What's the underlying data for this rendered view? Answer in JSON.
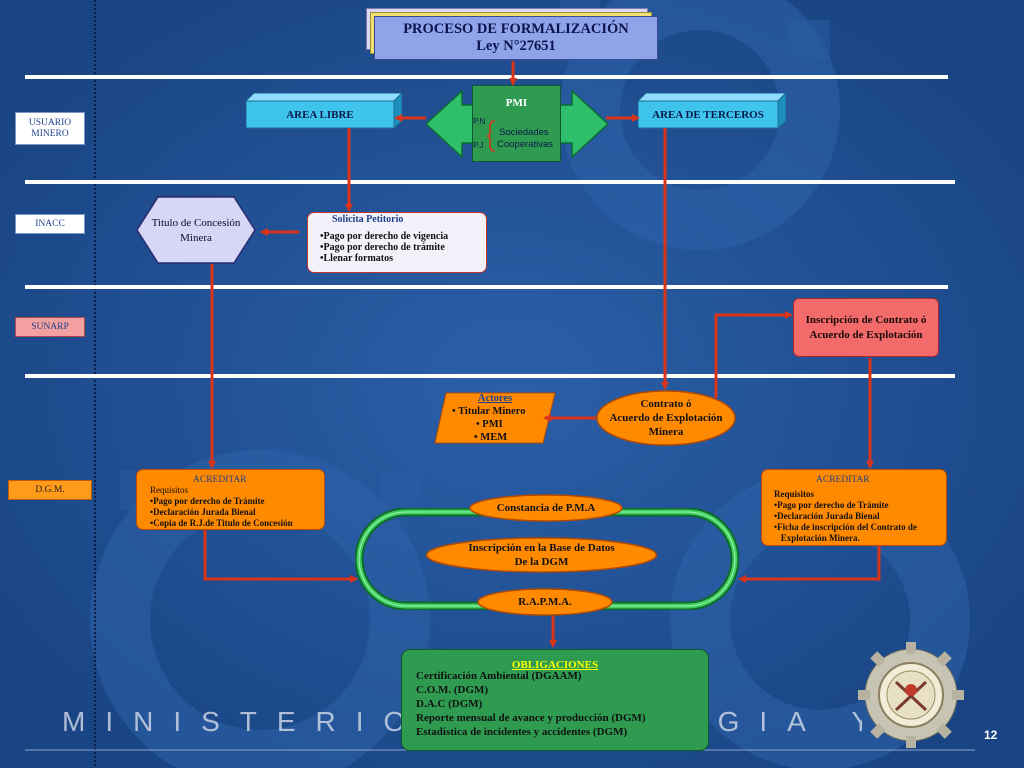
{
  "title": {
    "line1": "PROCESO DE FORMALIZACIÓN",
    "line2": "Ley N°27651"
  },
  "lanes": [
    "USUARIO MINERO",
    "INACC",
    "SUNARP",
    "D.G.M."
  ],
  "pmi": {
    "title": "PMI",
    "pn": "P.N",
    "pj": "P.J",
    "sociedades": "Sociedades",
    "cooperativas": "Cooperativas"
  },
  "area_libre": "AREA LIBRE",
  "area_terceros": "AREA DE TERCEROS",
  "titulo": {
    "line1": "Titulo de Concesión",
    "line2": "Minera"
  },
  "solicita": {
    "title": "Solicita Petitorio",
    "items": [
      "•Pago por derecho de vigencia",
      "•Pago por derecho de trámite",
      "•Llenar formatos"
    ]
  },
  "inscripcion_contrato": {
    "line1": "Inscripción de Contrato ó",
    "line2": "Acuerdo de Explotación"
  },
  "actores": {
    "title": "Actores",
    "items": [
      "•  Titular Minero",
      "•  PMI",
      "•  MEM"
    ]
  },
  "contrato": {
    "line1": "Contrato ó",
    "line2": "Acuerdo de Explotación",
    "line3": "Minera"
  },
  "acreditar_left": {
    "title": "ACREDITAR",
    "sub": "Requisitos",
    "items": [
      "•Pago por derecho de Trámite",
      "•Declaración Jurada Bienal",
      "•Copia de R.J.de Titulo de Concesión"
    ]
  },
  "acreditar_right": {
    "title": "ACREDITAR",
    "sub": "Requisitos",
    "items": [
      "•Pago por derecho de Trámite",
      "•Declaración Jurada Bienal",
      "•Ficha de inscripción del Contrato de",
      "   Explotación Minera."
    ]
  },
  "constancia": "Constancia de P.M.A",
  "inscripcion_bd": {
    "line1": "Inscripción en la Base de Datos",
    "line2": "De la DGM"
  },
  "rapma": "R.A.P.M.A.",
  "obligaciones": {
    "title": "OBLIGACIONES",
    "items": [
      "Certificación Ambiental (DGAAM)",
      "C.O.M. (DGM)",
      "D.A.C (DGM)",
      "Reporte mensual de avance y producción (DGM)",
      "Estadística de incidentes y accidentes (DGM)"
    ]
  },
  "ministerio": "MINISTERIO DE ENERGIA Y MINAS",
  "page_number": "12",
  "colors": {
    "background": "#1d4b8c",
    "orange": "#ff8a00",
    "arrow": "#d9331a",
    "title_box": "#8fa4e8",
    "green": "#2e9b50",
    "cyan": "#3fc4ee",
    "lavender": "#d6d6f7",
    "pink": "#f36a6a"
  }
}
